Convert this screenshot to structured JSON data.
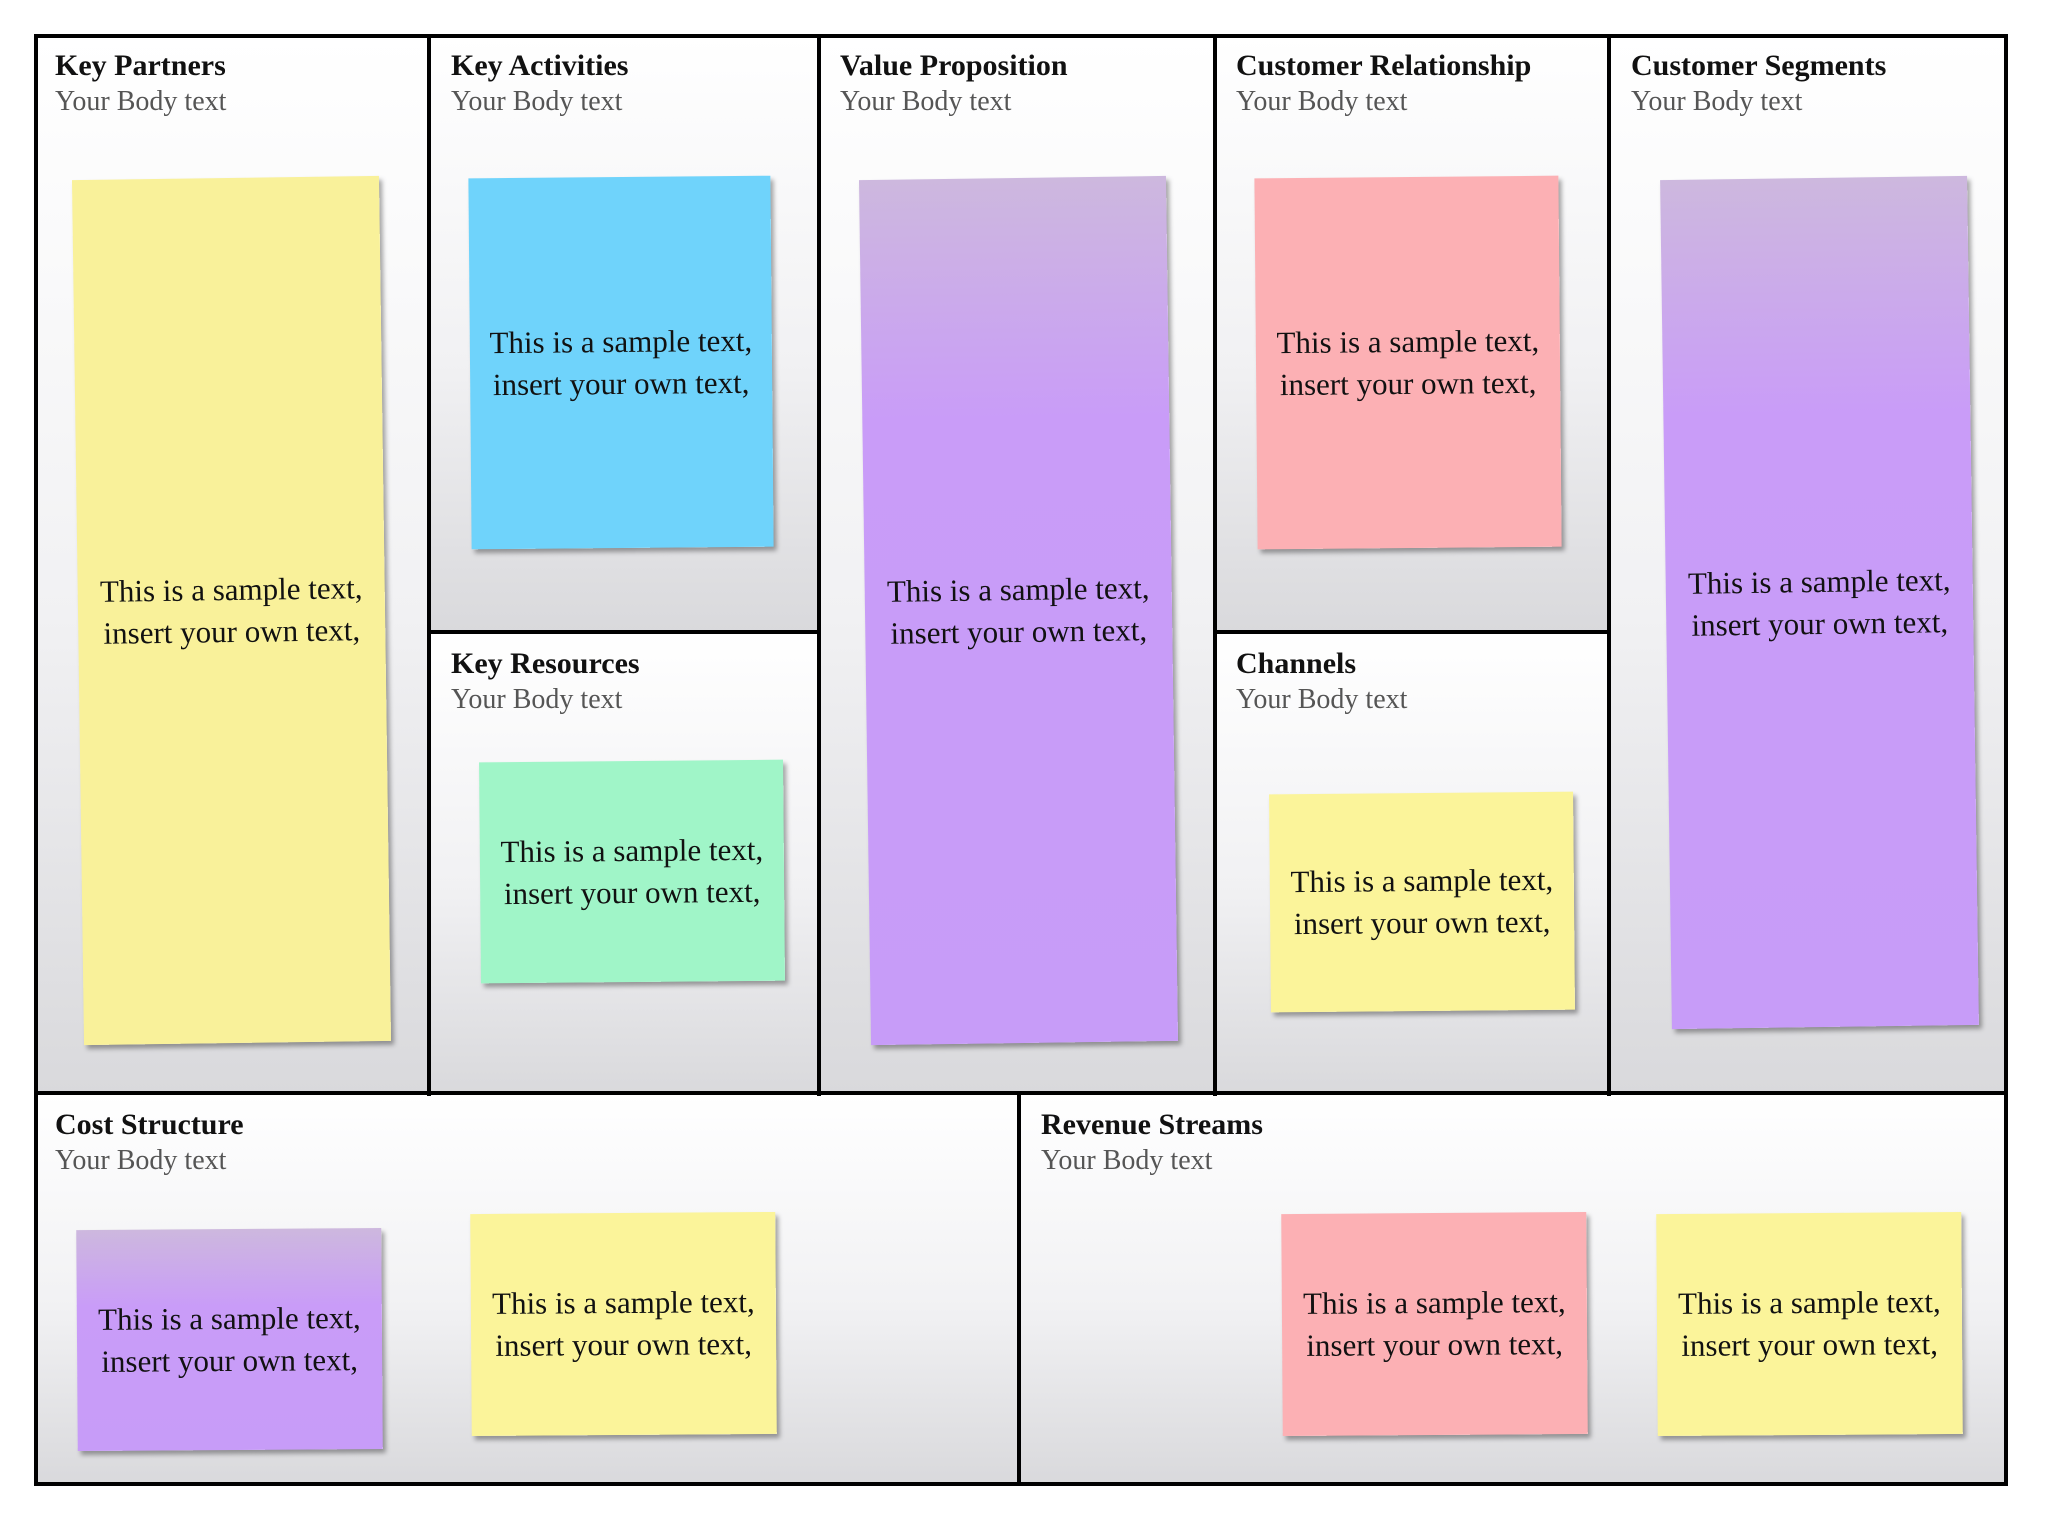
{
  "sections": {
    "key_partners": {
      "title": "Key Partners",
      "body": "Your Body text"
    },
    "key_activities": {
      "title": "Key Activities",
      "body": "Your Body text"
    },
    "key_resources": {
      "title": "Key Resources",
      "body": "Your Body text"
    },
    "value_proposition": {
      "title": "Value Proposition",
      "body": "Your Body text"
    },
    "customer_relationship": {
      "title": "Customer Relationship",
      "body": "Your Body text"
    },
    "channels": {
      "title": "Channels",
      "body": "Your Body text"
    },
    "customer_segments": {
      "title": "Customer Segments",
      "body": "Your Body text"
    },
    "cost_structure": {
      "title": "Cost Structure",
      "body": "Your Body text"
    },
    "revenue_streams": {
      "title": "Revenue Streams",
      "body": "Your Body text"
    }
  },
  "notes": [
    {
      "text": "This is a sample text, insert your own text,",
      "color": "#f9f19a"
    },
    {
      "text": "This is a sample text, insert your own text,",
      "color": "#6fd3fb"
    },
    {
      "text": "This is a sample text, insert your own text,",
      "color": "#a0f5c8"
    },
    {
      "text": "This is a sample text, insert your own text,",
      "color": "#c79cf8"
    },
    {
      "text": "This is a sample text, insert your own text,",
      "color": "#fcb0b4"
    },
    {
      "text": "This is a sample text, insert your own text,",
      "color": "#fbf49a"
    },
    {
      "text": "This is a sample text, insert your own text,",
      "color": "#c79cf8"
    },
    {
      "text": "This is a sample text, insert your own text,",
      "color": "#c79cf8"
    },
    {
      "text": "This is a sample text, insert your own text,",
      "color": "#fbf49a"
    },
    {
      "text": "This is a sample text, insert your own text,",
      "color": "#fcb0b4"
    },
    {
      "text": "This is a sample text, insert your own text,",
      "color": "#fbf49a"
    }
  ]
}
